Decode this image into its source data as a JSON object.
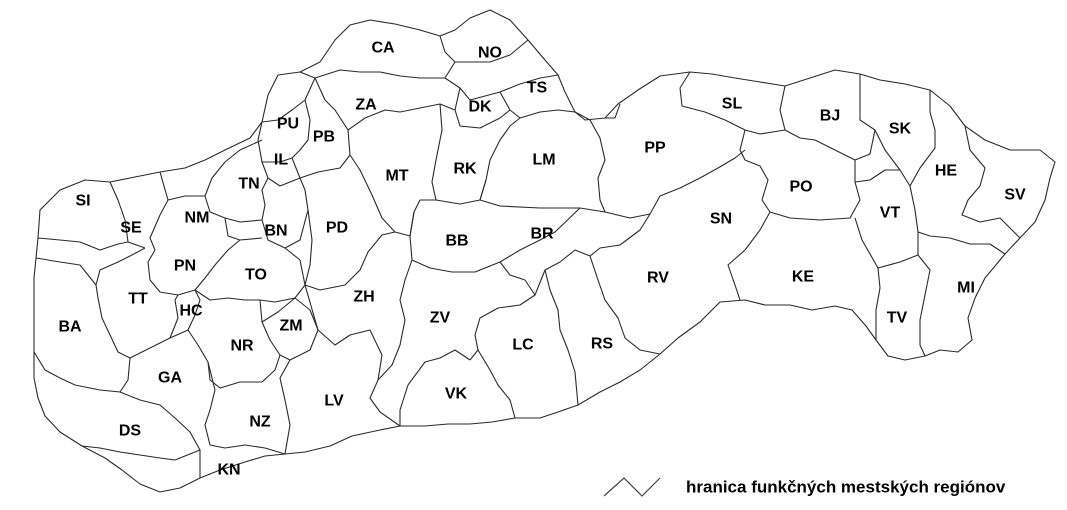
{
  "map": {
    "regions": [
      {
        "code": "CA"
      },
      {
        "code": "NO"
      },
      {
        "code": "TS"
      },
      {
        "code": "DK"
      },
      {
        "code": "ZA"
      },
      {
        "code": "PU"
      },
      {
        "code": "PB"
      },
      {
        "code": "IL"
      },
      {
        "code": "SL"
      },
      {
        "code": "BJ"
      },
      {
        "code": "SK"
      },
      {
        "code": "PP"
      },
      {
        "code": "RK"
      },
      {
        "code": "LM"
      },
      {
        "code": "MT"
      },
      {
        "code": "TN"
      },
      {
        "code": "HE"
      },
      {
        "code": "SV"
      },
      {
        "code": "PO"
      },
      {
        "code": "SI"
      },
      {
        "code": "NM"
      },
      {
        "code": "BN"
      },
      {
        "code": "PD"
      },
      {
        "code": "SE"
      },
      {
        "code": "SN"
      },
      {
        "code": "VT"
      },
      {
        "code": "BB"
      },
      {
        "code": "BR"
      },
      {
        "code": "PN"
      },
      {
        "code": "TO"
      },
      {
        "code": "RV"
      },
      {
        "code": "KE"
      },
      {
        "code": "TT"
      },
      {
        "code": "ZH"
      },
      {
        "code": "MI"
      },
      {
        "code": "HC"
      },
      {
        "code": "BA"
      },
      {
        "code": "ZV"
      },
      {
        "code": "ZM"
      },
      {
        "code": "TV"
      },
      {
        "code": "NR"
      },
      {
        "code": "LC"
      },
      {
        "code": "RS"
      },
      {
        "code": "GA"
      },
      {
        "code": "VK"
      },
      {
        "code": "LV"
      },
      {
        "code": "DS"
      },
      {
        "code": "NZ"
      },
      {
        "code": "KN"
      }
    ]
  },
  "legend": {
    "text": "hranica funkčných mestských regiónov",
    "symbol_icon": "zigzag-boundary-line-icon"
  },
  "colors": {
    "background": "#ffffff",
    "boundary": "#2a2a2a",
    "label": "#000000"
  }
}
